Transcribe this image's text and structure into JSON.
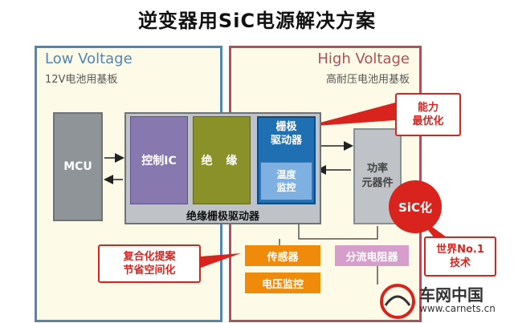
{
  "title": "逆变器用SiC电源解决方案",
  "low_voltage": {
    "title": "Low Voltage",
    "subtitle": "12V电池用基板"
  },
  "high_voltage": {
    "title": "High Voltage",
    "subtitle": "高耐压电池用基板"
  },
  "blocks": {
    "mcu": "MCU",
    "control_ic": "控制IC",
    "insulation": "绝 缘",
    "gate_driver": [
      "栅极",
      "驱动器"
    ],
    "temperature_monitor": [
      "温度",
      "监控"
    ],
    "isolated_gate_driver": "绝缘栅极驱动器",
    "power_device": [
      "功率",
      "元器件"
    ],
    "sensor": "传感器",
    "voltage_monitor": "电压监控",
    "shunt_resistor": "分流电阻器"
  },
  "callouts": {
    "performance": [
      "能力",
      "最优化"
    ],
    "space": [
      "复合化提案",
      "节省空间化"
    ],
    "world_first": [
      "世界No.1",
      "技术"
    ]
  },
  "sic_badge": "SiC化",
  "watermark": {
    "name": "车网中国",
    "url": "www.carnets.cn"
  },
  "colors": {
    "low_voltage_border": "#4f86b8",
    "high_voltage_border": "#b0505a",
    "panel_fill": "#fdfbe8",
    "control_ic": "#8878b0",
    "insulation": "#8a9128",
    "gate_driver": "#1f6fb3",
    "temp_monitor": "#7fb0e2",
    "orange": "#f08a0a",
    "shunt": "#d59ecb",
    "accent_red": "#d9241e",
    "gray_block": "#bfc3c7"
  }
}
